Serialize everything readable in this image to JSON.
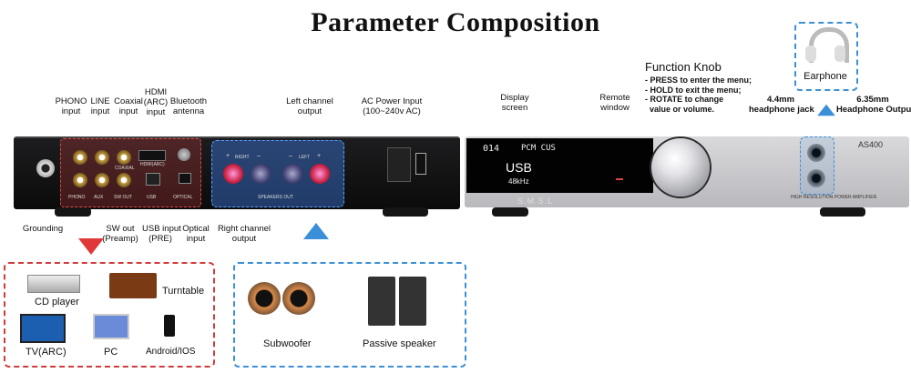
{
  "title": "Parameter Composition",
  "rear_labels": {
    "phono": "PHONO\ninput",
    "line": "LINE\ninput",
    "coaxial": "Coaxial\ninput",
    "hdmi": "HDMI\n(ARC)\ninput",
    "bluetooth": "Bluetooth\nantenna",
    "left_channel": "Left channel\noutput",
    "ac_power": "AC Power Input\n(100~240v AC)",
    "grounding": "Grounding",
    "sw_out": "SW out\n(Preamp)",
    "usb_input": "USB input\n(PRE)",
    "optical": "Optical\ninput",
    "right_channel": "Right channel\noutput"
  },
  "rear_panel_print": {
    "phono": "PHONO",
    "aux": "AUX",
    "sw_out": "SW OUT",
    "usb": "USB",
    "optical": "OPTICAL",
    "coaxial": "COAXIAL",
    "hdmi": "HDMI(ARC)",
    "right": "RIGHT",
    "left": "LEFT",
    "speakers_out": "SPEAKERS OUT",
    "plus": "+",
    "minus": "–"
  },
  "front_labels": {
    "display": "Display\nscreen",
    "remote": "Remote\nwindow",
    "function_knob": "Function Knob",
    "fk_lines": [
      "- PRESS to enter the menu;",
      "- HOLD to exit the menu;",
      "- ROTATE to change",
      "  value or volume."
    ],
    "headphone_44": "4.4mm\nheadphone jack",
    "headphone_635": "6.35mm\nHeadphone Output",
    "earphone": "Earphone"
  },
  "display": {
    "vol": "014",
    "mode": "PCM CUS",
    "source": "USB",
    "rate": "48kHz"
  },
  "front_print": {
    "brand": "S.M.S.L",
    "model": "AS400",
    "tag": "HIGH RESOLUTION POWER AMPLIFIER"
  },
  "sources": {
    "cd_player": "CD player",
    "turntable": "Turntable",
    "tv": "TV(ARC)",
    "pc": "PC",
    "android": "Android/IOS"
  },
  "speakers": {
    "subwoofer": "Subwoofer",
    "passive": "Passive speaker"
  },
  "colors": {
    "red_accent": "#e03838",
    "blue_accent": "#3a8fd8"
  }
}
